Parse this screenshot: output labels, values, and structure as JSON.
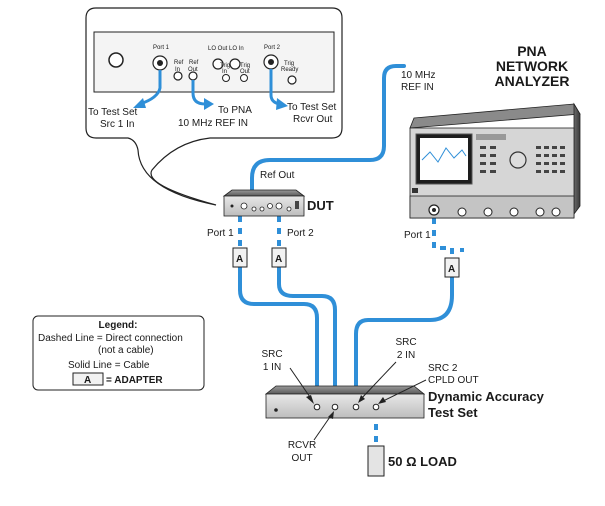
{
  "callout": {
    "panel_labels": {
      "port1": "Port 1",
      "port2": "Port 2",
      "ref": "Ref",
      "in": "In",
      "out": "Out",
      "lo_out": "LO Out",
      "lo_in": "LO In",
      "trig": "Trig",
      "ready": "Ready"
    },
    "notes": [
      {
        "line1": "To Test Set",
        "line2": "Src 1 In"
      },
      {
        "line1": "To PNA",
        "line2": "10 MHz REF IN"
      },
      {
        "line1": "To Test Set",
        "line2": "Rcvr Out"
      }
    ]
  },
  "devices": {
    "dut": "DUT",
    "pna": [
      "PNA",
      "NETWORK",
      "ANALYZER"
    ],
    "test_set": [
      "Dynamic Accuracy",
      "Test Set"
    ],
    "load": "50 Ω LOAD"
  },
  "labels": {
    "ref_out": "Ref Out",
    "port1": "Port 1",
    "port2": "Port 2",
    "pna_ref_in": [
      "10 MHz",
      "REF IN"
    ],
    "src1_in": [
      "SRC",
      "1 IN"
    ],
    "src2_in": [
      "SRC",
      "2 IN"
    ],
    "src2_cpld_out": [
      "SRC 2",
      "CPLD OUT"
    ],
    "rcvr_out": [
      "RCVR",
      "OUT"
    ]
  },
  "legend": {
    "title": "Legend:",
    "dashed": "Dashed Line = Direct connection",
    "dashed_note": "(not a cable)",
    "solid": "Solid Line = Cable",
    "adapter_letter": "A",
    "adapter_text": "= ADAPTER"
  },
  "colors": {
    "cable": "#2f8fd8"
  }
}
